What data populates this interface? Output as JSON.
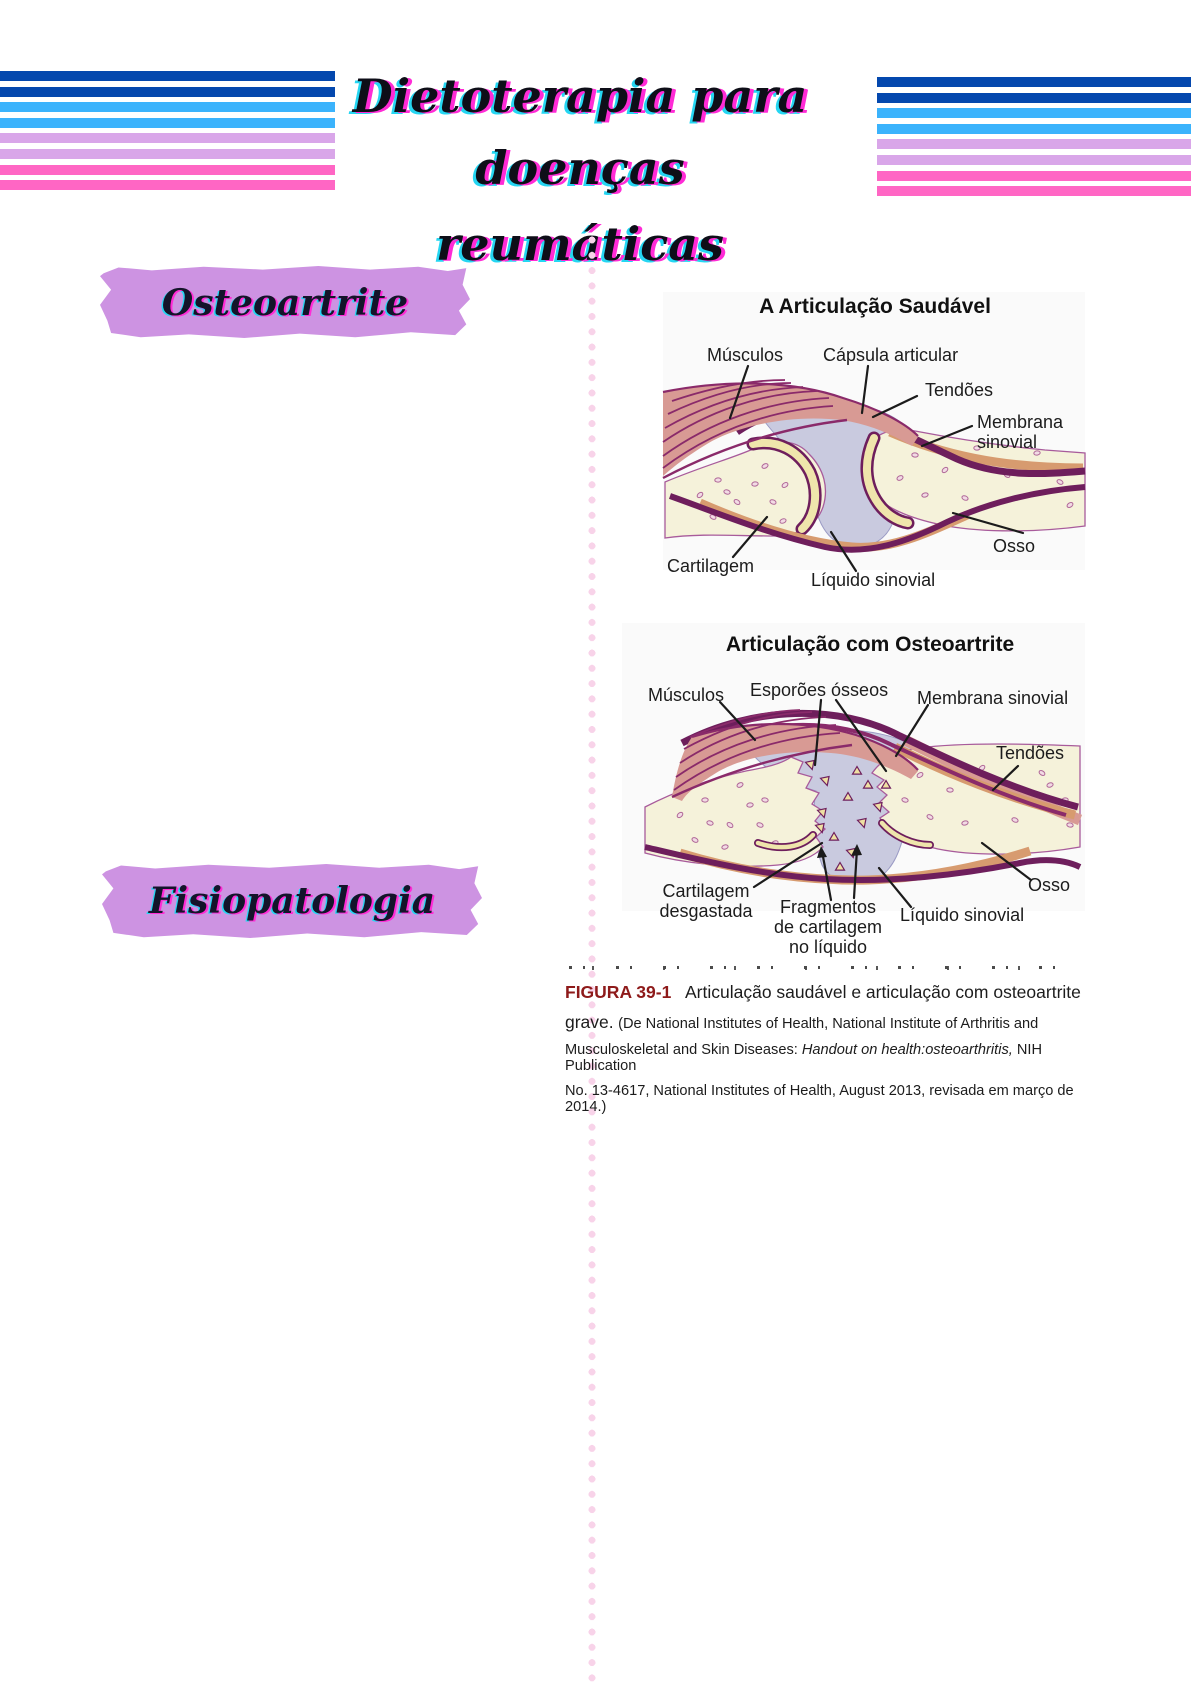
{
  "page_title": "Dietoterapia para doenças reumáticas",
  "header": {
    "title_line1": "Dietoterapia para doenças",
    "title_line2": "reumáticas",
    "title_text_color": "#0e0e18",
    "title_shadow_magenta": "#ff2bd6",
    "title_shadow_cyan": "#25d6f2",
    "stripe_colors": [
      "#0448ae",
      "#0448ae",
      "#3bb3fc",
      "#3bb3fc",
      "#d9a6e9",
      "#d9a6e9",
      "#ff66c4",
      "#ff66c4"
    ]
  },
  "section_headings": {
    "osteoartrite": "Osteoartrite",
    "fisiopatologia": "Fisiopatologia",
    "brush_color": "#cd93e2",
    "heading_text_color": "#14142a"
  },
  "divider": {
    "dot_color": "#f8d3e9"
  },
  "figure": {
    "healthy_joint": {
      "title": "A Articulação Saudável",
      "labels": {
        "musculos": "Músculos",
        "capsula": "Cápsula articular",
        "tendoes": "Tendões",
        "membrana_lines": [
          "Membrana",
          "sinovial"
        ],
        "cartilagem": "Cartilagem",
        "liquido": "Líquido sinovial",
        "osso": "Osso"
      }
    },
    "osteo_joint": {
      "title": "Articulação com Osteoartrite",
      "labels": {
        "musculos": "Músculos",
        "esporoes": "Esporões ósseos",
        "membrana": "Membrana sinovial",
        "tendoes": "Tendões",
        "cartilagem_desgastada_lines": [
          "Cartilagem",
          "desgastada"
        ],
        "fragmentos_lines": [
          "Fragmentos",
          "de cartilagem",
          "no líquido"
        ],
        "liquido": "Líquido sinovial",
        "osso": "Osso"
      }
    },
    "caption": {
      "tag": "FIGURA 39-1",
      "tag_color": "#8e1a1a",
      "title_text": "Articulação saudável e articulação com osteoartrite",
      "title_text2": "grave.",
      "cite_part1": "(De National Institutes of Health, National Institute of Arthritis and",
      "cite_part2_pre": "Musculoskeletal and Skin Diseases: ",
      "cite_part2_italic": "Handout on health:osteoarthritis,",
      "cite_part2_post": " NIH Publication",
      "cite_part3": "No. 13-4617, National Institutes of Health, August 2013, revisada em março de 2014.)"
    }
  }
}
